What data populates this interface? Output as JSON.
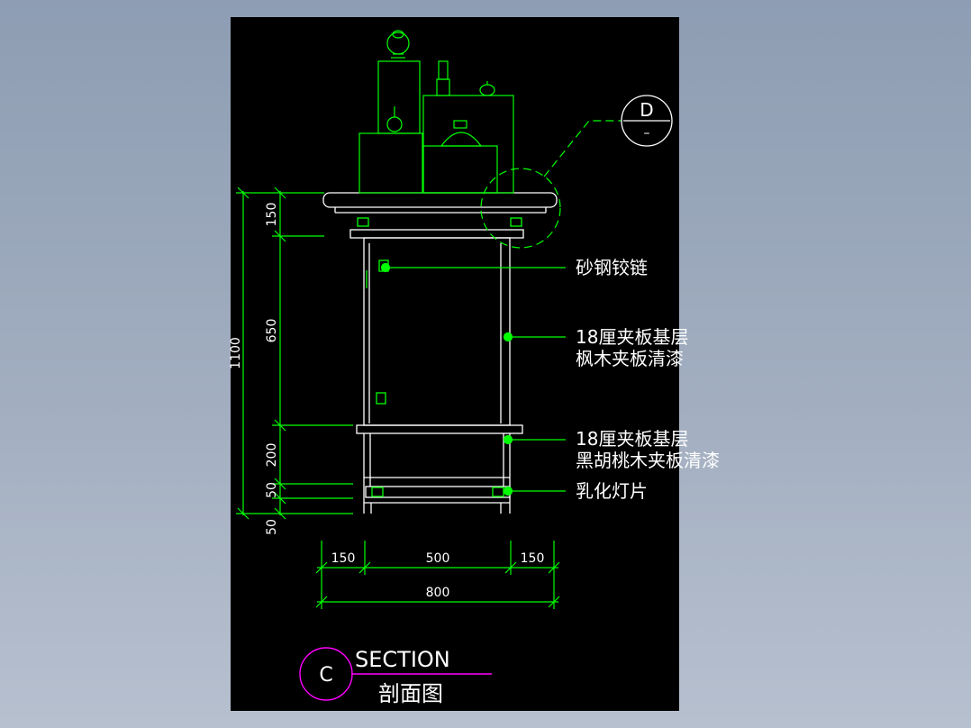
{
  "section_marker": {
    "letter": "C",
    "title": "SECTION",
    "subtitle": "剖面图"
  },
  "detail_marker": {
    "letter": "D",
    "sub": "–"
  },
  "dimensions": {
    "vertical": {
      "total": "1100",
      "segments": [
        "150",
        "650",
        "200",
        "50",
        "50"
      ]
    },
    "horizontal": {
      "segments": [
        "150",
        "500",
        "150"
      ],
      "total": "800"
    }
  },
  "annotations": [
    {
      "lines": [
        "砂钢铰链"
      ]
    },
    {
      "lines": [
        "18厘夹板基层",
        "枫木夹板清漆"
      ]
    },
    {
      "lines": [
        "18厘夹板基层",
        "黑胡桃木夹板清漆"
      ]
    },
    {
      "lines": [
        "乳化灯片"
      ]
    }
  ],
  "colors": {
    "background": "#8e9db3",
    "drawing_area": "#000000",
    "linework": "#ffffff",
    "dimension": "#00ff00",
    "annotation_leader": "#00ff00",
    "marker_circle": "#ff00ff",
    "text": "#ffffff"
  }
}
